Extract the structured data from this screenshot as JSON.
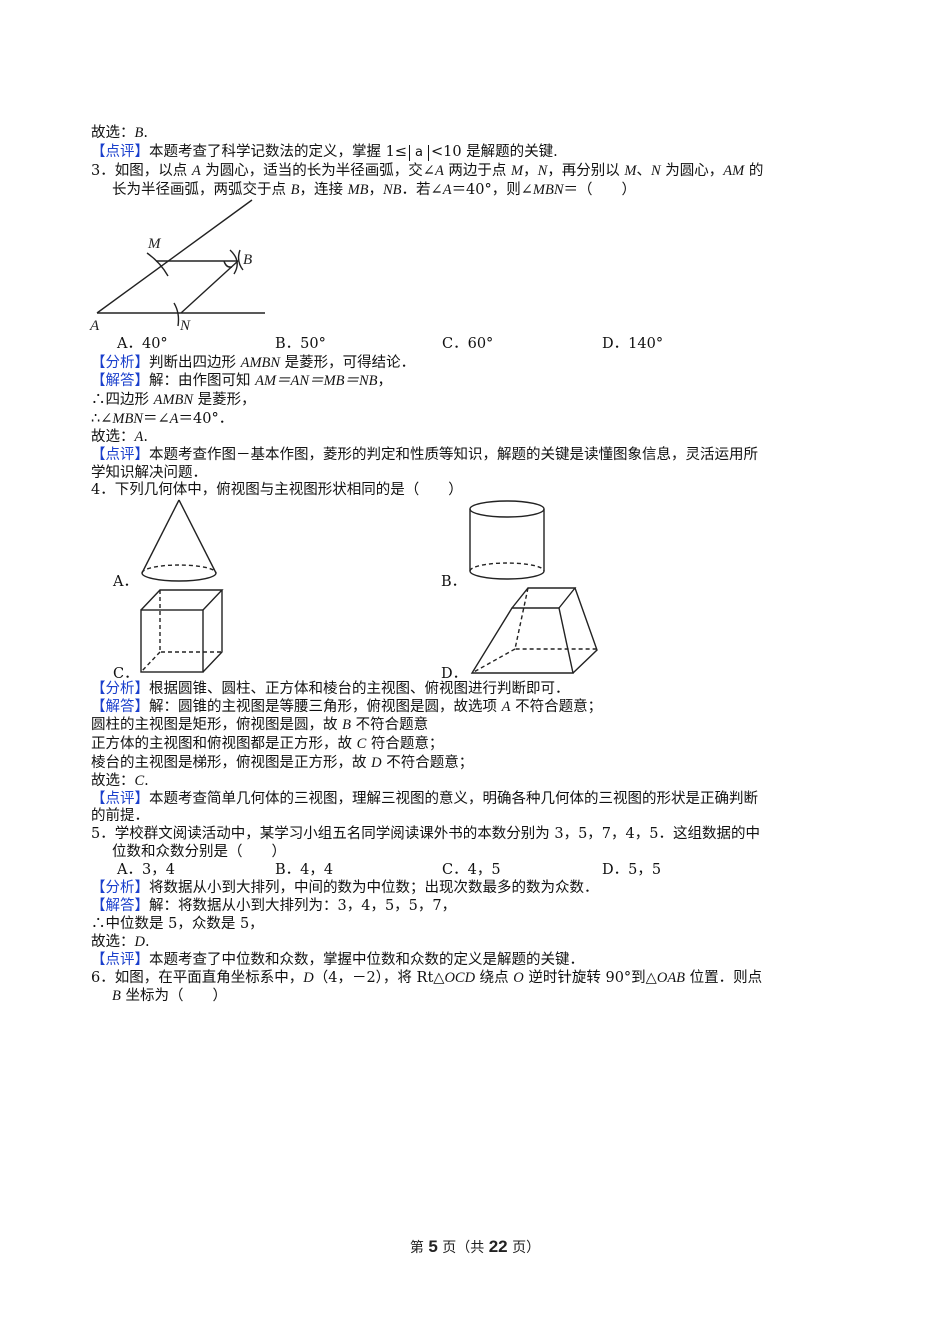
{
  "q2_tail": {
    "choice_prefix": "故选：",
    "choice": "B",
    "choice_suffix": ".",
    "review_tag": "【点评】",
    "review_pre": "本题考查了科学记数法的定义，掌握 1≤",
    "review_abs": "a",
    "review_post": "<10 是解题的关键."
  },
  "q3": {
    "number": "3．",
    "stem_line1_parts": [
      "如图，以点 ",
      "A",
      " 为圆心，适当的长为半径画弧，交∠",
      "A",
      " 两边于点 ",
      "M",
      "，",
      "N",
      "，再分别以 ",
      "M",
      "、",
      "N",
      " 为圆心，",
      "AM",
      " 的"
    ],
    "stem_line2_parts": [
      "长为半径画弧，两弧交于点 ",
      "B",
      "，连接 ",
      "MB",
      "，",
      "NB",
      "．若∠",
      "A",
      "＝40°，则∠",
      "MBN",
      "＝（　　）"
    ],
    "figure": {
      "labels": {
        "M": "M",
        "B": "B",
        "A": "A",
        "N": "N"
      }
    },
    "options": [
      {
        "letter": "A．",
        "text": "40°"
      },
      {
        "letter": "B．",
        "text": "50°"
      },
      {
        "letter": "C．",
        "text": "60°"
      },
      {
        "letter": "D．",
        "text": "140°"
      }
    ],
    "analysis_tag": "【分析】",
    "analysis_parts": [
      "判断出四边形 ",
      "AMBN",
      " 是菱形，可得结论．"
    ],
    "answer_tag": "【解答】",
    "answer_line1_parts": [
      "解：由作图可知 ",
      "AM＝AN＝MB＝NB",
      "，"
    ],
    "answer_line2_parts": [
      "∴四边形 ",
      "AMBN",
      " 是菱形，"
    ],
    "answer_line3_parts": [
      "∴∠",
      "MBN",
      "＝∠",
      "A",
      "＝40°．"
    ],
    "choice_prefix": "故选：",
    "choice": "A",
    "choice_suffix": ".",
    "review_tag": "【点评】",
    "review_line1": "本题考查作图－基本作图，菱形的判定和性质等知识，解题的关键是读懂图象信息，灵活运用所",
    "review_line2": "学知识解决问题．"
  },
  "q4": {
    "number": "4．",
    "stem": "下列几何体中，俯视图与主视图形状相同的是（　　）",
    "options": [
      {
        "letter": "A．",
        "shape": "cone"
      },
      {
        "letter": "B．",
        "shape": "cylinder"
      },
      {
        "letter": "C．",
        "shape": "cube"
      },
      {
        "letter": "D．",
        "shape": "frustum"
      }
    ],
    "analysis_tag": "【分析】",
    "analysis": "根据圆锥、圆柱、正方体和棱台的主视图、俯视图进行判断即可．",
    "answer_tag": "【解答】",
    "answer_line1_parts": [
      "解：圆锥的主视图是等腰三角形，俯视图是圆，故选项 ",
      "A",
      " 不符合题意；"
    ],
    "answer_line2_parts": [
      "圆柱的主视图是矩形，俯视图是圆，故 ",
      "B",
      " 不符合题意"
    ],
    "answer_line3_parts": [
      "正方体的主视图和俯视图都是正方形，故 ",
      "C",
      " 符合题意；"
    ],
    "answer_line4_parts": [
      "棱台的主视图是梯形，俯视图是正方形，故 ",
      "D",
      " 不符合题意；"
    ],
    "choice_prefix": "故选：",
    "choice": "C",
    "choice_suffix": ".",
    "review_tag": "【点评】",
    "review_line1": "本题考查简单几何体的三视图，理解三视图的意义，明确各种几何体的三视图的形状是正确判断",
    "review_line2": "的前提．"
  },
  "q5": {
    "number": "5．",
    "stem_line1": "学校群文阅读活动中，某学习小组五名同学阅读课外书的本数分别为 3，5，7，4，5．这组数据的中",
    "stem_line2": "位数和众数分别是（　　）",
    "options": [
      {
        "letter": "A．",
        "text": "3，4"
      },
      {
        "letter": "B．",
        "text": "4，4"
      },
      {
        "letter": "C．",
        "text": "4，5"
      },
      {
        "letter": "D．",
        "text": "5，5"
      }
    ],
    "analysis_tag": "【分析】",
    "analysis": "将数据从小到大排列，中间的数为中位数；出现次数最多的数为众数．",
    "answer_tag": "【解答】",
    "answer_line1": "解：将数据从小到大排列为：3，4，5，5，7，",
    "answer_line2": "∴中位数是 5，众数是 5，",
    "choice_prefix": "故选：",
    "choice": "D",
    "choice_suffix": ".",
    "review_tag": "【点评】",
    "review": "本题考查了中位数和众数，掌握中位数和众数的定义是解题的关键．"
  },
  "q6": {
    "number": "6．",
    "stem_line1_parts": [
      "如图，在平面直角坐标系中，",
      "D",
      "（4，－2），将 Rt△",
      "OCD",
      " 绕点 ",
      "O",
      " 逆时针旋转 90°到△",
      "OAB",
      " 位置．则点"
    ],
    "stem_line2_parts": [
      "B",
      " 坐标为（　　）"
    ]
  },
  "footer": {
    "pre": "第 ",
    "page": "5",
    "mid": " 页（共 ",
    "total": "22",
    "post": " 页）"
  }
}
